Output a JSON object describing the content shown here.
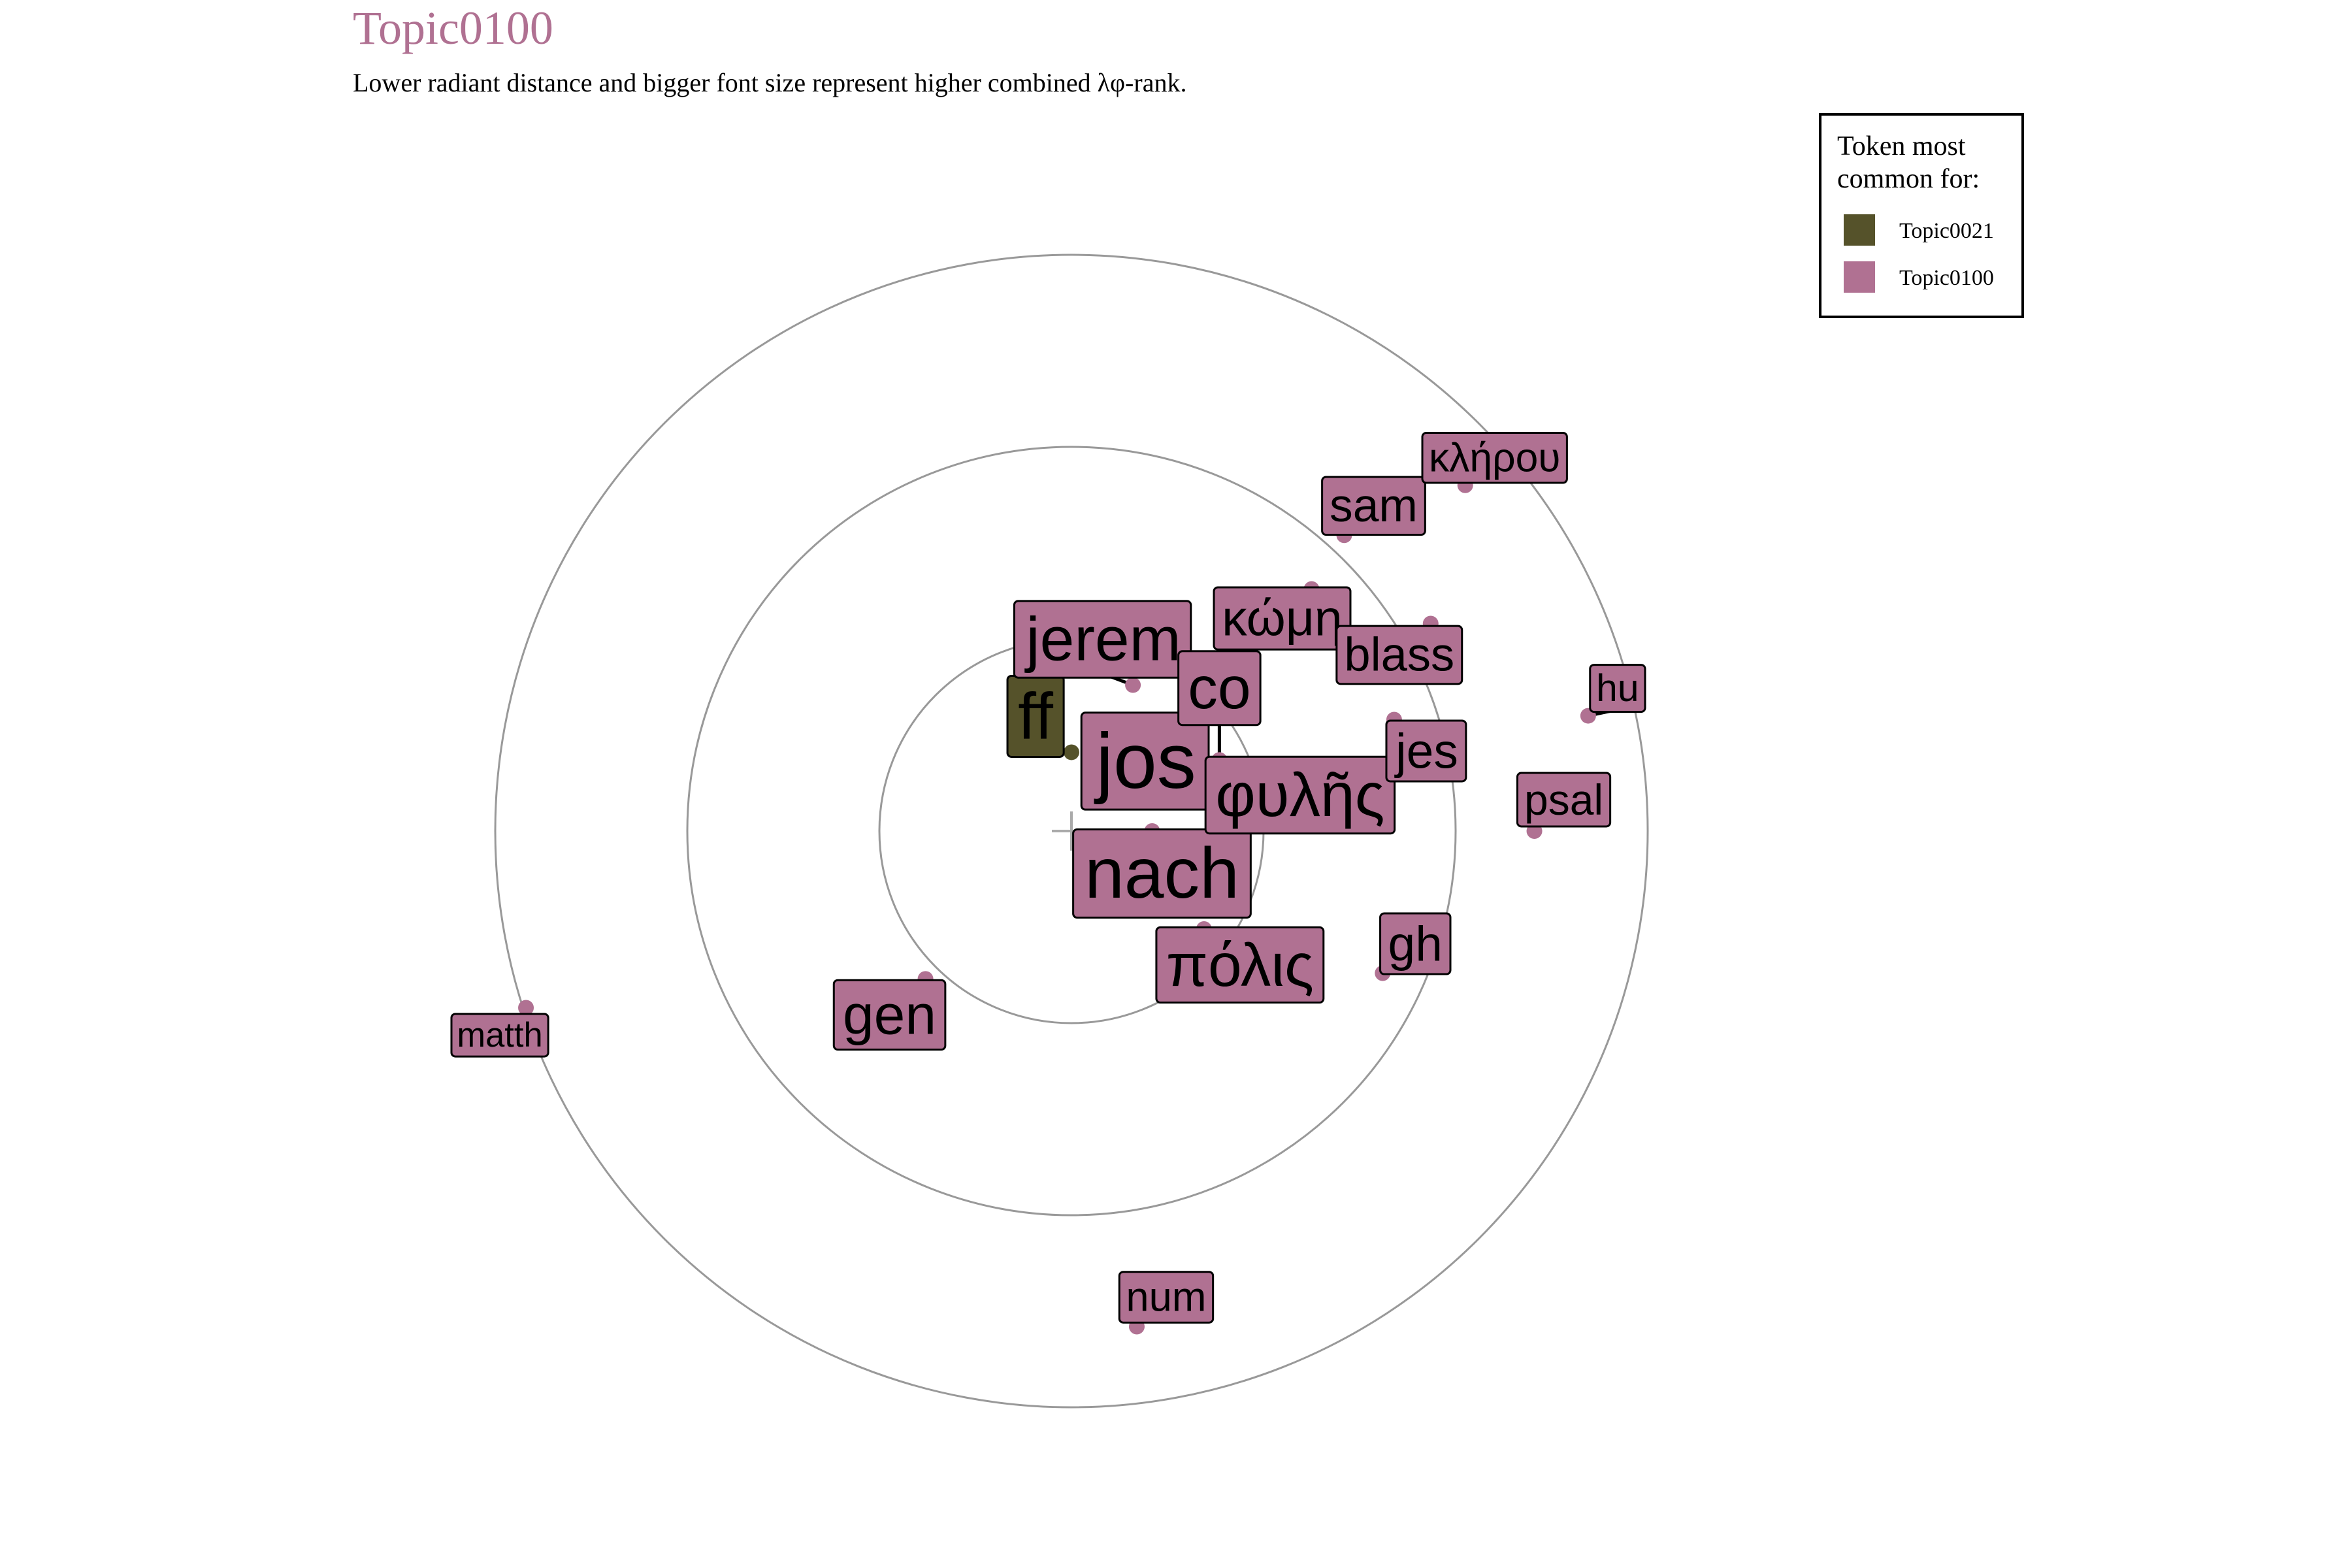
{
  "chart_data": {
    "type": "scatter",
    "title": "Topic0100",
    "subtitle": "Lower radiant distance and bigger font size represent higher combined λφ-rank.",
    "colors": {
      "Topic0021": "#55522a",
      "Topic0100": "#b07192",
      "title": "#b07192",
      "ring": "#999999"
    },
    "legend": {
      "title_lines": [
        "Token most",
        "common for:"
      ],
      "placement": "top-right",
      "entries": [
        {
          "name": "Topic0021",
          "color": "#55522a"
        },
        {
          "name": "Topic0100",
          "color": "#b07192"
        }
      ]
    },
    "rings": [
      1,
      2,
      3
    ],
    "tokens": [
      {
        "label": "jos",
        "topic": "Topic0100",
        "x": 0.15,
        "y": 0.16,
        "size": 1.0
      },
      {
        "label": "nach",
        "topic": "Topic0100",
        "x": 0.42,
        "y": 0.0,
        "size": 0.88
      },
      {
        "label": "ff",
        "topic": "Topic0021",
        "x": 0.0,
        "y": 0.41,
        "size": 0.78
      },
      {
        "label": "jerem",
        "topic": "Topic0100",
        "x": 0.32,
        "y": 0.76,
        "size": 0.72
      },
      {
        "label": "co",
        "topic": "Topic0100",
        "x": 0.77,
        "y": 0.37,
        "size": 0.68
      },
      {
        "label": "φυλῆς",
        "topic": "Topic0100",
        "x": 0.85,
        "y": 0.0,
        "size": 0.72
      },
      {
        "label": "πόλις",
        "topic": "Topic0100",
        "x": 0.69,
        "y": -0.51,
        "size": 0.7
      },
      {
        "label": "gen",
        "topic": "Topic0100",
        "x": -0.76,
        "y": -0.77,
        "size": 0.62
      },
      {
        "label": "κώμη",
        "topic": "Topic0100",
        "x": 1.25,
        "y": 1.26,
        "size": 0.52
      },
      {
        "label": "blass",
        "topic": "Topic0100",
        "x": 1.87,
        "y": 1.08,
        "size": 0.47
      },
      {
        "label": "jes",
        "topic": "Topic0100",
        "x": 1.68,
        "y": 0.58,
        "size": 0.5
      },
      {
        "label": "gh",
        "topic": "Topic0100",
        "x": 1.62,
        "y": -0.74,
        "size": 0.5
      },
      {
        "label": "sam",
        "topic": "Topic0100",
        "x": 1.42,
        "y": 1.54,
        "size": 0.46
      },
      {
        "label": "κλήρου",
        "topic": "Topic0100",
        "x": 2.05,
        "y": 1.8,
        "size": 0.36
      },
      {
        "label": "hu",
        "topic": "Topic0100",
        "x": 2.69,
        "y": 0.6,
        "size": 0.32
      },
      {
        "label": "psal",
        "topic": "Topic0100",
        "x": 2.41,
        "y": 0.0,
        "size": 0.4
      },
      {
        "label": "num",
        "topic": "Topic0100",
        "x": 0.34,
        "y": -2.58,
        "size": 0.37
      },
      {
        "label": "matth",
        "topic": "Topic0100",
        "x": -2.84,
        "y": -0.92,
        "size": 0.25
      }
    ]
  }
}
